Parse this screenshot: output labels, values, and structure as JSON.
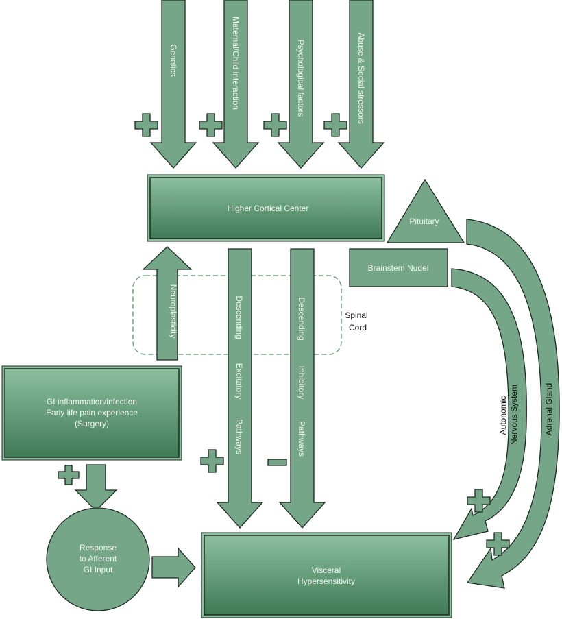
{
  "diagram": {
    "top_inputs": [
      {
        "label": "Genetics",
        "sign": "+"
      },
      {
        "label": "Maternal/Child interaction",
        "sign": "+"
      },
      {
        "label": "Psychological factors",
        "sign": "+"
      },
      {
        "label": "Abuse & Social stressors",
        "sign": "+"
      }
    ],
    "higher_cortical_center": "Higher Cortical Center",
    "pituitary": "Pituitary",
    "brainstem": "Brainstem Nudei",
    "spinal_cord": [
      "Spinal",
      "Cord"
    ],
    "neuroplasticity": "Neuroplasticity",
    "descending_excitatory": {
      "parts": [
        "Descending",
        "Excitatory",
        "Pathways"
      ],
      "sign": "+"
    },
    "descending_inhibitory": {
      "parts": [
        "Descending",
        "Inhibitory",
        "Pathways"
      ],
      "sign": "−"
    },
    "gi_box": [
      "GI inflammation/infection",
      "Early life pain experience",
      "(Surgery)"
    ],
    "gi_sign": "+",
    "response_circle": [
      "Response",
      "to Afferent",
      "GI Input"
    ],
    "visceral": [
      "Visceral",
      "Hypersensitivity"
    ],
    "autonomic": {
      "lines": [
        "Autonomic",
        "Nervous System"
      ],
      "sign": "+"
    },
    "adrenal": {
      "label": "Adrenal Gland",
      "sign": "+"
    },
    "colors": {
      "fill": "#74a687",
      "box_light": "#8cbf9e",
      "box_dark": "#3f7a55",
      "stroke": "#1e2a22",
      "dashed": "#74a687"
    }
  }
}
